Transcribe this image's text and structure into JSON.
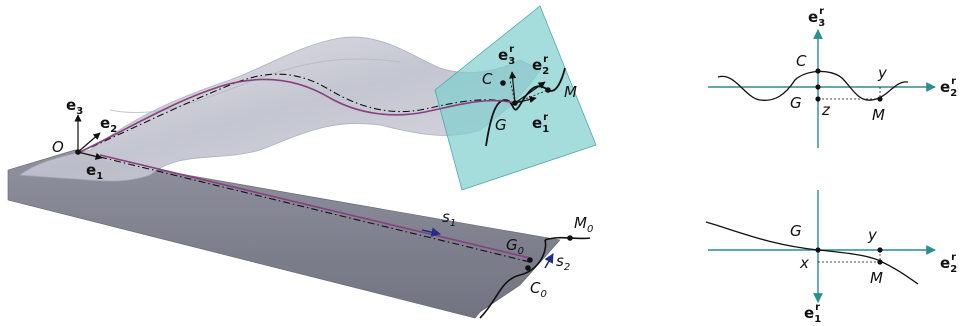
{
  "left_figure": {
    "origin": "O",
    "frame": {
      "e1": "e",
      "e1_sub": "1",
      "e2": "e",
      "e2_sub": "2",
      "e3": "e",
      "e3_sub": "3"
    },
    "rotated_frame": {
      "e1r": "e",
      "e1r_sub": "1",
      "e1r_sup": "r",
      "e2r": "e",
      "e2r_sub": "2",
      "e2r_sup": "r",
      "e3r": "e",
      "e3r_sub": "3",
      "e3r_sup": "r"
    },
    "points": {
      "C": "C",
      "G": "G",
      "M": "M",
      "M0": "M",
      "M0_sub": "0",
      "G0": "G",
      "G0_sub": "0",
      "C0": "C",
      "C0_sub": "0"
    },
    "params": {
      "s1": "s",
      "s1_sub": "1",
      "s2": "s",
      "s2_sub": "2"
    }
  },
  "top_right_figure": {
    "axis_vertical": "e",
    "axis_vertical_sub": "3",
    "axis_vertical_sup": "r",
    "axis_horizontal": "e",
    "axis_horizontal_sub": "2",
    "axis_horizontal_sup": "r",
    "C": "C",
    "G": "G",
    "y": "y",
    "z": "z",
    "M": "M"
  },
  "bottom_right_figure": {
    "axis_vertical": "e",
    "axis_vertical_sub": "1",
    "axis_vertical_sup": "r",
    "axis_horizontal": "e",
    "axis_horizontal_sub": "2",
    "axis_horizontal_sup": "r",
    "G": "G",
    "y": "y",
    "x": "x",
    "M": "M"
  },
  "colors": {
    "teal": "#2a8f8f",
    "plane_fill": "#7fcfcf",
    "magenta": "#8a3f7e",
    "surface_dark": "#6e7080",
    "surface_light": "#c9cbd6",
    "navy": "#1f2f8a"
  }
}
